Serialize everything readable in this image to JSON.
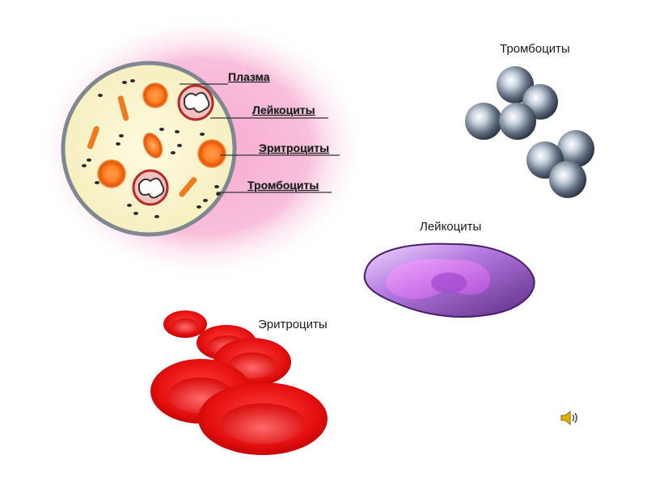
{
  "diagram": {
    "callouts": {
      "plasma": "Плазма",
      "leukocytes": "Лейкоциты",
      "erythrocytes": "Эритроциты",
      "platelets": "Тромбоциты"
    },
    "titles": {
      "platelets": "Тромбоциты",
      "leukocytes": "Лейкоциты",
      "erythrocytes": "Эритроциты"
    }
  },
  "colors": {
    "erythrocyte": "#e41414",
    "leukocyte": "#8e3fb6",
    "platelet": "#6f7f95",
    "halo": "#f08cc0",
    "plasma": "#fdf6c8"
  },
  "icons": {
    "sound": "speaker-icon"
  }
}
